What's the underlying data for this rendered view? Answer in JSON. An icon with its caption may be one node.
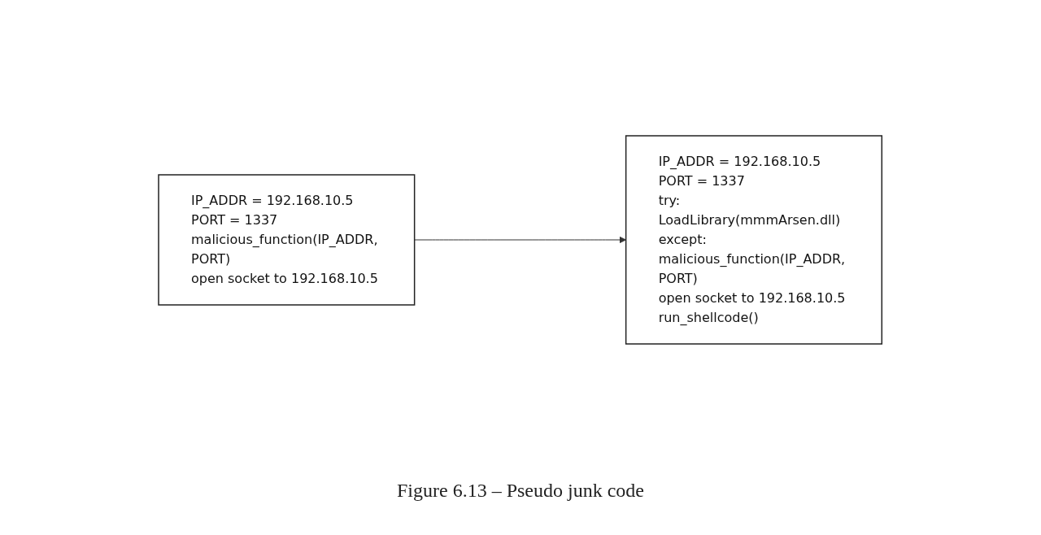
{
  "diagram": {
    "caption": "Figure 6.13 – Pseudo junk code",
    "nodes": [
      {
        "text": [
          "IP_ADDR = 192.168.10.5",
          "PORT = 1337",
          "malicious_function(IP_ADDR, PORT)",
          "open socket to 192.168.10.5"
        ]
      },
      {
        "text": [
          "IP_ADDR = 192.168.10.5",
          "PORT = 1337",
          "try:",
          "LoadLibrary(mmmArsen.dll)",
          "except:",
          "malicious_function(IP_ADDR, PORT)",
          "open socket to 192.168.10.5",
          "run_shellcode()"
        ]
      }
    ],
    "edges": [
      {
        "from": 0,
        "to": 1,
        "arrow": "to"
      }
    ]
  }
}
